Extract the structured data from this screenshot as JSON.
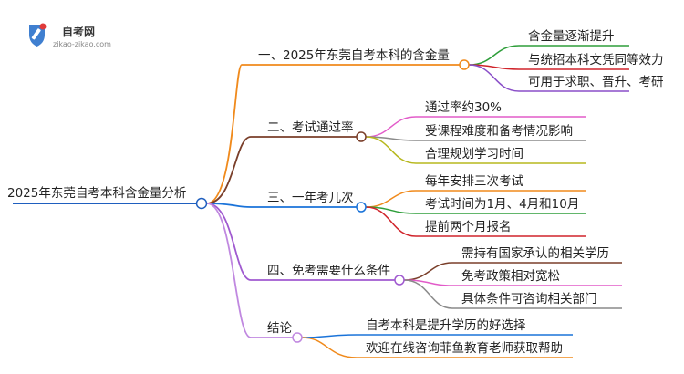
{
  "logo": {
    "title": "自考网",
    "url": "zikao-zikao.com",
    "colors": {
      "shield": "#3f7fd0",
      "accent": "#e03a3a"
    }
  },
  "root": {
    "label": "2025年东莞自考本科含金量分析",
    "color": "#1f5fbf"
  },
  "branches": [
    {
      "label": "一、2025年东莞自考本科的含金量",
      "color": "#f08a1c",
      "children": [
        {
          "label": "含金量逐渐提升",
          "color": "#2e9e3a"
        },
        {
          "label": "与统招本科文凭同等效力",
          "color": "#d0242b"
        },
        {
          "label": "可用于求职、晋升、考研",
          "color": "#8a4fc8"
        }
      ]
    },
    {
      "label": "二、考试通过率",
      "color": "#7a3f2a",
      "children": [
        {
          "label": "通过率约30%",
          "color": "#e25bc9"
        },
        {
          "label": "受课程难度和备考情况影响",
          "color": "#8a8a8a"
        },
        {
          "label": "合理规划学习时间",
          "color": "#b7b81e"
        }
      ]
    },
    {
      "label": "三、一年考几次",
      "color": "#1a73d9",
      "children": [
        {
          "label": "每年安排三次考试",
          "color": "#f08a1c"
        },
        {
          "label": "考试时间为1月、4月和10月",
          "color": "#2e9e3a"
        },
        {
          "label": "提前两个月报名",
          "color": "#d0242b"
        }
      ]
    },
    {
      "label": "四、免考需要什么条件",
      "color": "#a05ad0",
      "children": [
        {
          "label": "需持有国家承认的相关学历",
          "color": "#7a3f2a"
        },
        {
          "label": "免考政策相对宽松",
          "color": "#e25bc9"
        },
        {
          "label": "具体条件可咨询相关部门",
          "color": "#8a8a8a"
        }
      ]
    },
    {
      "label": "结论",
      "color": "#c088e0",
      "children": [
        {
          "label": "自考本科是提升学历的好选择",
          "color": "#1a73d9"
        },
        {
          "label": "欢迎在线咨询菲鱼教育老师获取帮助",
          "color": "#f08a1c"
        }
      ]
    }
  ]
}
